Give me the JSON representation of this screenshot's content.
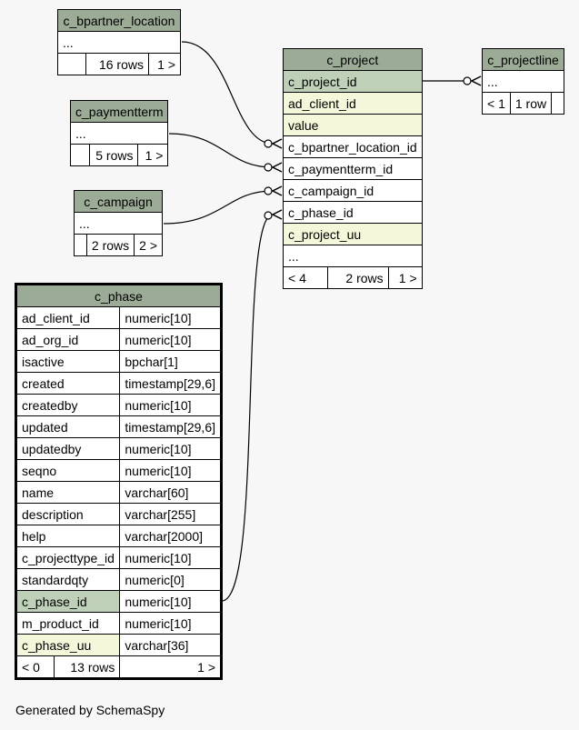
{
  "tables": {
    "c_bpartner_location": {
      "name": "c_bpartner_location",
      "ellipsis": "...",
      "rows": "16 rows",
      "children": "1 >"
    },
    "c_paymentterm": {
      "name": "c_paymentterm",
      "ellipsis": "...",
      "rows": "5 rows",
      "children": "1 >"
    },
    "c_campaign": {
      "name": "c_campaign",
      "ellipsis": "...",
      "rows": "2 rows",
      "children": "2 >"
    },
    "c_projectline": {
      "name": "c_projectline",
      "ellipsis": "...",
      "parents": "< 1",
      "rows": "1 row"
    },
    "c_project": {
      "name": "c_project",
      "columns": [
        "c_project_id",
        "ad_client_id",
        "value",
        "c_bpartner_location_id",
        "c_paymentterm_id",
        "c_campaign_id",
        "c_phase_id",
        "c_project_uu"
      ],
      "ellipsis": "...",
      "parents": "< 4",
      "rows": "2 rows",
      "children": "1 >"
    },
    "c_phase": {
      "name": "c_phase",
      "columns": [
        {
          "name": "ad_client_id",
          "type": "numeric[10]"
        },
        {
          "name": "ad_org_id",
          "type": "numeric[10]"
        },
        {
          "name": "isactive",
          "type": "bpchar[1]"
        },
        {
          "name": "created",
          "type": "timestamp[29,6]"
        },
        {
          "name": "createdby",
          "type": "numeric[10]"
        },
        {
          "name": "updated",
          "type": "timestamp[29,6]"
        },
        {
          "name": "updatedby",
          "type": "numeric[10]"
        },
        {
          "name": "seqno",
          "type": "numeric[10]"
        },
        {
          "name": "name",
          "type": "varchar[60]"
        },
        {
          "name": "description",
          "type": "varchar[255]"
        },
        {
          "name": "help",
          "type": "varchar[2000]"
        },
        {
          "name": "c_projecttype_id",
          "type": "numeric[10]"
        },
        {
          "name": "standardqty",
          "type": "numeric[0]"
        },
        {
          "name": "c_phase_id",
          "type": "numeric[10]"
        },
        {
          "name": "m_product_id",
          "type": "numeric[10]"
        },
        {
          "name": "c_phase_uu",
          "type": "varchar[36]"
        }
      ],
      "parents": "< 0",
      "rows": "13 rows",
      "children": "1 >"
    }
  },
  "footer": "Generated by SchemaSpy",
  "colors": {
    "header": "#9bab96",
    "primary_key": "#bed1b8",
    "indexed": "#f4f7da",
    "background": "#f7f7f7"
  }
}
